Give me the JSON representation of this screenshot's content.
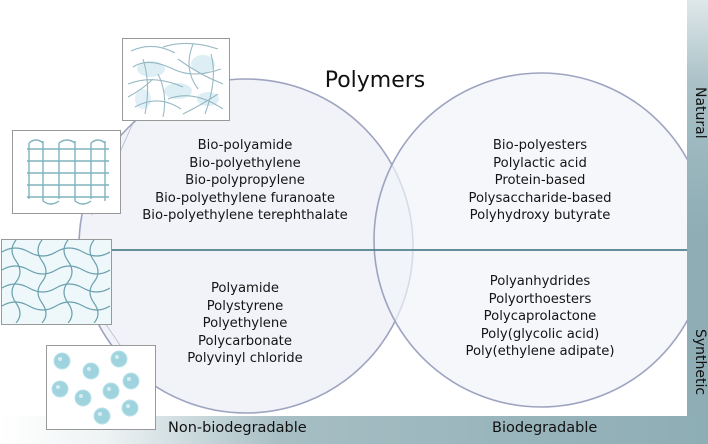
{
  "title": "Polymers",
  "axes": {
    "vertical": {
      "top_label": "Natural",
      "bottom_label": "Synthetic"
    },
    "horizontal": {
      "left_label": "Non-biodegradable",
      "right_label": "Biodegradable"
    }
  },
  "quadrants": {
    "natural_non_biodegradable": [
      "Bio-polyamide",
      "Bio-polyethylene",
      "Bio-polypropylene",
      "Bio-polyethylene furanoate",
      "Bio-polyethylene terephthalate"
    ],
    "natural_biodegradable": [
      "Bio-polyesters",
      "Polylactic acid",
      "Protein-based",
      "Polysaccharide-based",
      "Polyhydroxy butyrate"
    ],
    "synthetic_non_biodegradable": [
      "Polyamide",
      "Polystyrene",
      "Polyethylene",
      "Polycarbonate",
      "Polyvinyl chloride"
    ],
    "synthetic_biodegradable": [
      "Polyanhydrides",
      "Polyorthoesters",
      "Polycaprolactone",
      "Poly(glycolic acid)",
      "Poly(ethylene adipate)"
    ]
  },
  "insets": [
    {
      "name": "amorphous-fibers-icon"
    },
    {
      "name": "woven-grid-icon"
    },
    {
      "name": "wavy-mesh-icon"
    },
    {
      "name": "particles-icon"
    }
  ],
  "colors": {
    "circle_fill": "#eef1f8",
    "circle_stroke": "#9ea4c0",
    "divider": "#4f7f8c",
    "bar": "#8eadb5",
    "pattern": "#6aa6b4"
  }
}
